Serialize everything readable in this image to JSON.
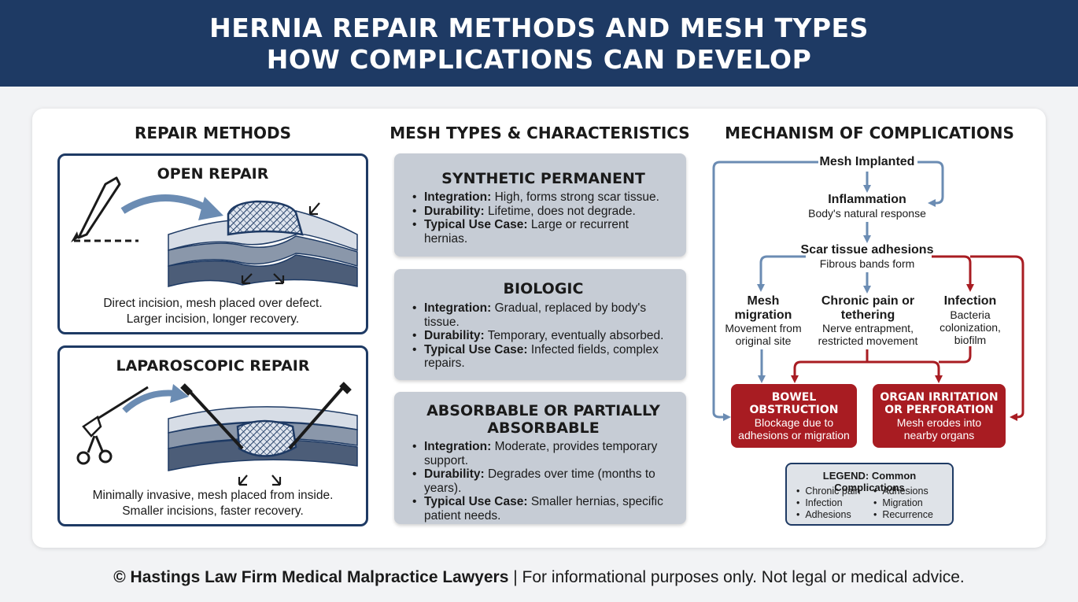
{
  "header": {
    "line1": "HERNIA REPAIR METHODS AND MESH TYPES",
    "line2": "HOW COMPLICATIONS CAN DEVELOP"
  },
  "columns": {
    "repair": "REPAIR METHODS",
    "mesh": "MESH TYPES & CHARACTERISTICS",
    "complications": "MECHANISM OF COMPLICATIONS"
  },
  "repair": {
    "open": {
      "title": "OPEN REPAIR",
      "desc1": "Direct incision, mesh placed over defect.",
      "desc2": "Larger incision, longer recovery."
    },
    "lap": {
      "title": "LAPAROSCOPIC REPAIR",
      "desc1": "Minimally invasive, mesh placed from inside.",
      "desc2": "Smaller incisions, faster recovery."
    }
  },
  "mesh": [
    {
      "title": "SYNTHETIC PERMANENT",
      "title2": "",
      "integration": "High, forms strong scar tissue.",
      "durability": "Lifetime, does not degrade.",
      "use": "Large or recurrent hernias."
    },
    {
      "title": "BIOLOGIC",
      "title2": "",
      "integration": "Gradual, replaced by body's tissue.",
      "durability": "Temporary, eventually absorbed.",
      "use": "Infected fields, complex repairs."
    },
    {
      "title": "ABSORBABLE OR PARTIALLY",
      "title2": "ABSORBABLE",
      "integration": "Moderate, provides temporary support.",
      "durability": "Degrades over time (months to years).",
      "use": "Smaller hernias, specific patient needs."
    }
  ],
  "mesh_labels": {
    "integration": "Integration:",
    "durability": "Durability:",
    "use": "Typical Use Case:"
  },
  "flow": {
    "implanted": "Mesh Implanted",
    "inflammation": "Inflammation",
    "inflammation_sub": "Body's natural response",
    "scar": "Scar tissue adhesions",
    "scar_sub": "Fibrous bands form",
    "migration_1": "Mesh",
    "migration_2": "migration",
    "migration_sub1": "Movement from",
    "migration_sub2": "original site",
    "pain_1": "Chronic pain or",
    "pain_2": "tethering",
    "pain_sub1": "Nerve entrapment,",
    "pain_sub2": "restricted movement",
    "infection": "Infection",
    "infection_sub1": "Bacteria",
    "infection_sub2": "colonization,",
    "infection_sub3": "biofilm",
    "bowel_1": "BOWEL",
    "bowel_2": "OBSTRUCTION",
    "bowel_sub1": "Blockage due to",
    "bowel_sub2": "adhesions or migration",
    "organ_1": "ORGAN IRRITATION",
    "organ_2": "OR PERFORATION",
    "organ_sub1": "Mesh erodes into",
    "organ_sub2": "nearby organs"
  },
  "legend": {
    "title": "LEGEND: Common Complications",
    "left": [
      "Chronic pain",
      "Infection",
      "Adhesions"
    ],
    "right": [
      "Adhesions",
      "Migration",
      "Recurrence"
    ]
  },
  "colors": {
    "navy": "#1e3a64",
    "red": "#a81c22",
    "blue_arrow": "#6b8cb3",
    "mesh_card": "#c6ccd5"
  },
  "footer": {
    "bold": "© Hastings Law Firm Medical Malpractice Lawyers",
    "rest": " | For informational purposes only. Not legal or medical advice."
  }
}
